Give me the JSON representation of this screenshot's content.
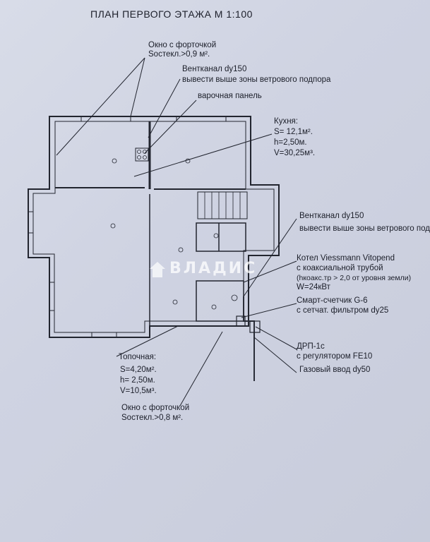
{
  "title": "ПЛАН ПЕРВОГО ЭТАЖА  М 1:100",
  "callouts": {
    "window_top": {
      "line1": "Окно с форточкой",
      "line2": "Sостекл.>0,9 м²."
    },
    "vent1": {
      "line1": "Вентканал dy150",
      "line2": "вывести выше зоны ветрового подпора"
    },
    "panel": {
      "line1": "варочная панель"
    },
    "kitchen": {
      "line1": "Кухня:",
      "line2": "S= 12,1м².",
      "line3": "h=2,50м.",
      "line4": "V=30,25м³."
    },
    "vent2": {
      "line1": "Вентканал dy150",
      "line2": "вывести выше зоны ветрового под"
    },
    "boiler": {
      "line1": "Котел Viessmann Vitopend",
      "line2": "с коаксиальной трубой",
      "line3": "(hкоакс.тр > 2,0 от уровня земли)",
      "line4": "W=24кВт"
    },
    "meter": {
      "line1": "Смарт-счетчик G-6",
      "line2": "с сетчат. фильтром dy25"
    },
    "drp": {
      "line1": "ДРП-1с",
      "line2": "с регулятором FE10"
    },
    "gas": {
      "line1": "Газовый ввод dy50"
    },
    "furnace": {
      "line1": "Топочная:",
      "line2": "S=4,20м².",
      "line3": "h= 2,50м.",
      "line4": "V=10,5м³."
    },
    "window_bottom": {
      "line1": "Окно с форточкой",
      "line2": "Sостекл.>0,8 м²."
    }
  },
  "watermark": "ВЛАДИС",
  "colors": {
    "paper": "#d4d8e5",
    "ink": "#1c1f2a",
    "pipe": "#2a2d38"
  }
}
